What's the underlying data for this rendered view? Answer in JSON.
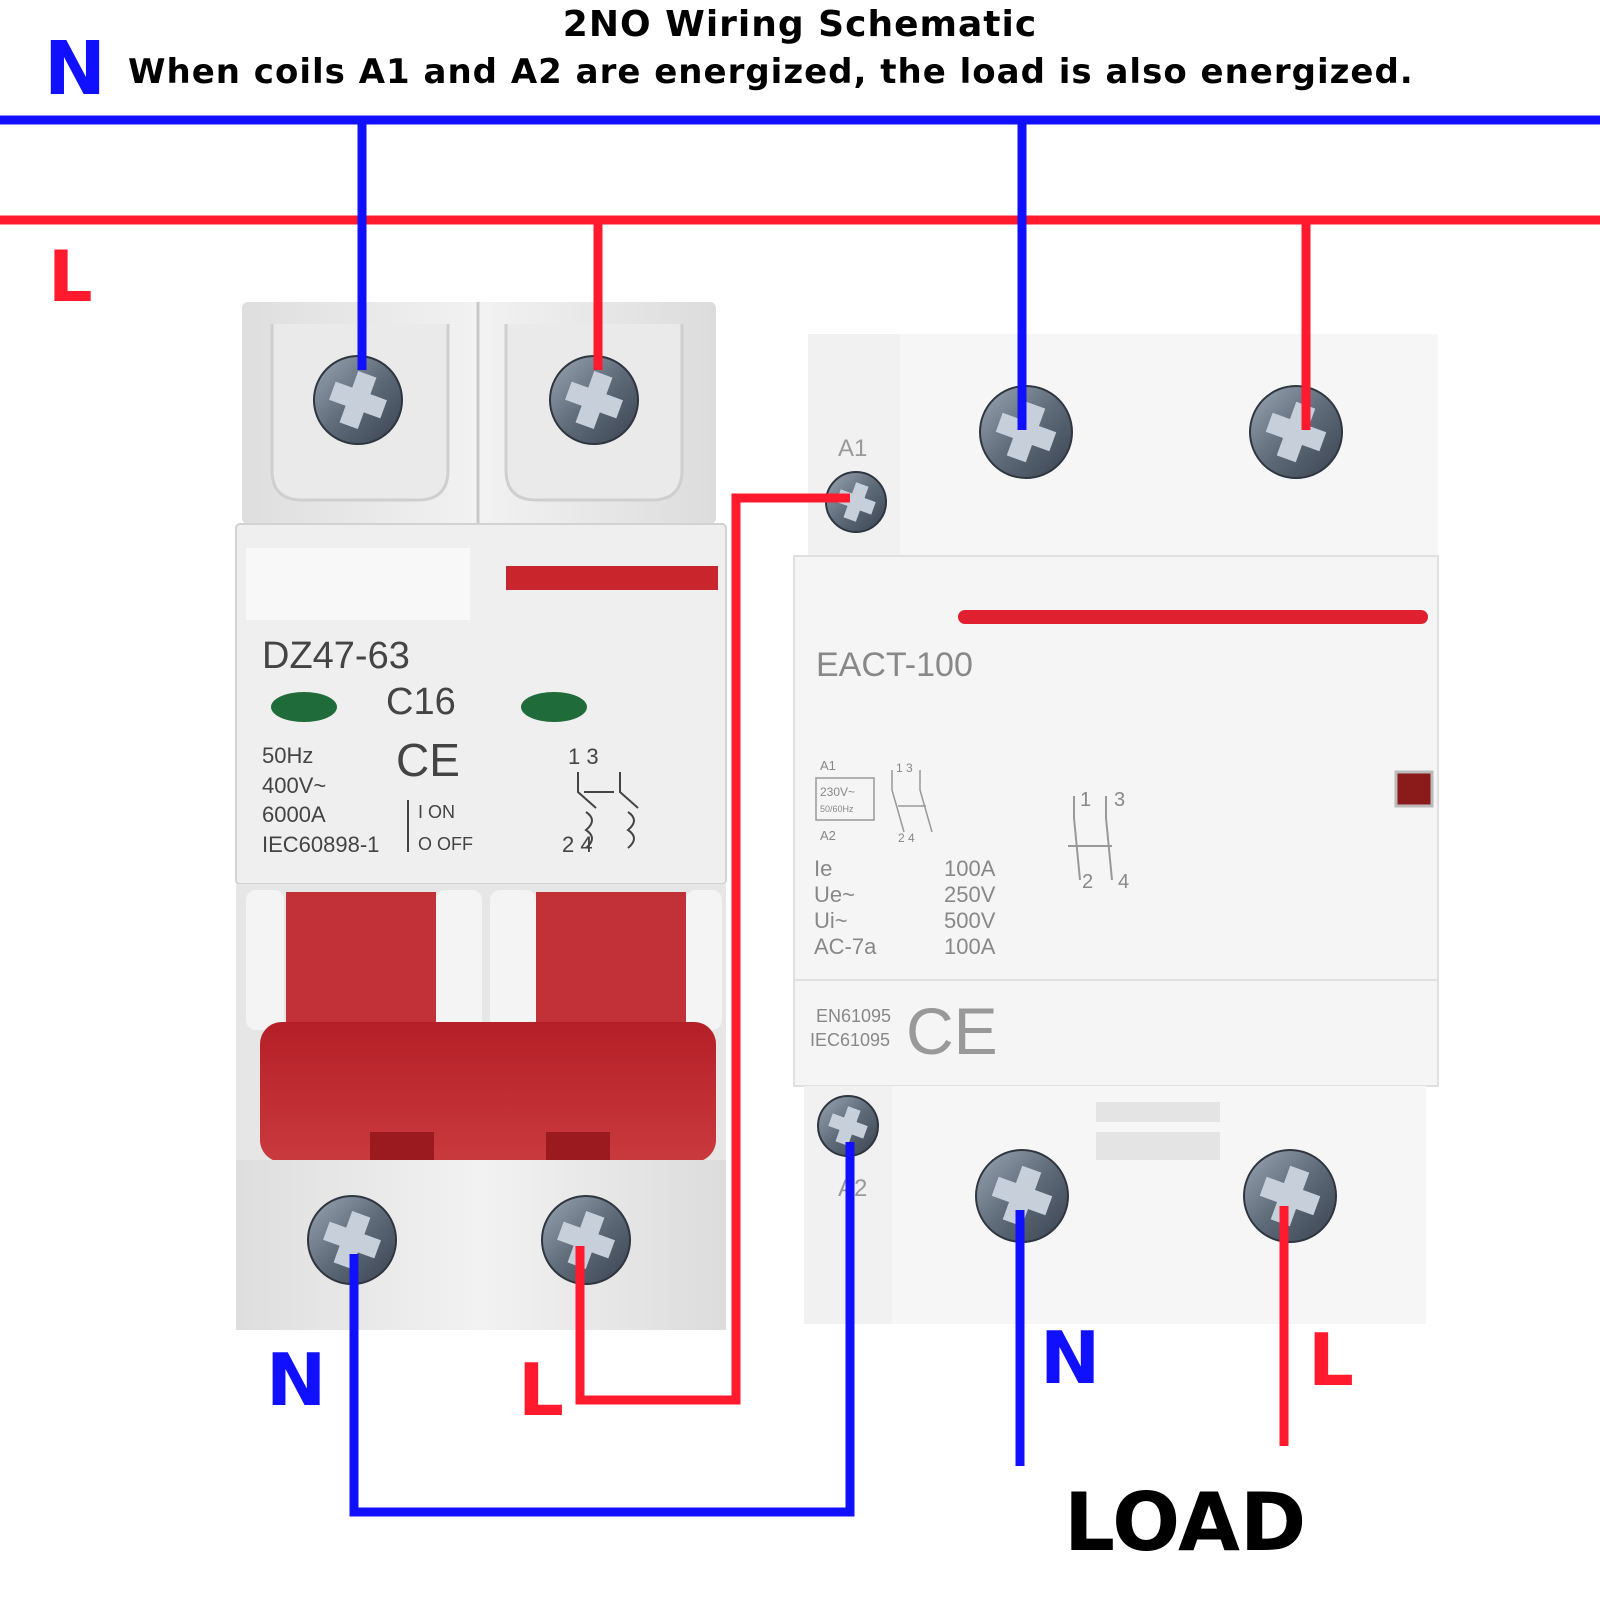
{
  "header": {
    "title": "2NO Wiring Schematic",
    "subtitle": "When coils A1 and A2 are energized, the load is also energized."
  },
  "rails": {
    "neutral_label": "N",
    "line_label": "L",
    "neutral_color": "#1010ff",
    "line_color": "#ff1a2e"
  },
  "breaker": {
    "model": "DZ47-63",
    "rating": "C16",
    "freq": "50Hz",
    "voltage": "400V~",
    "capacity": "6000A",
    "standard": "IEC60898-1",
    "mark": "CE",
    "on_label": "I  ON",
    "off_label": "O OFF",
    "contact_top": "1 3",
    "contact_bottom": "2 4",
    "body_color": "#e9e9e9",
    "handle_color": "#c8262c"
  },
  "contactor": {
    "model": "EACT-100",
    "coil_top": "A1",
    "coil_bottom": "A2",
    "coil_voltage": "230V~",
    "coil_freq": "50/60Hz",
    "ratings": [
      {
        "label": "Ie",
        "value": "100A"
      },
      {
        "label": "Ue~",
        "value": "250V"
      },
      {
        "label": "Ui~",
        "value": "500V"
      },
      {
        "label": "AC-7a",
        "value": "100A"
      }
    ],
    "standards": [
      "EN61095",
      "IEC61095"
    ],
    "mark": "CE",
    "contacts_top": [
      "1",
      "3"
    ],
    "contacts_bottom": [
      "2",
      "4"
    ]
  },
  "labels": {
    "breaker_out_n": "N",
    "breaker_out_l": "L",
    "load_n": "N",
    "load_l": "L",
    "load": "LOAD"
  }
}
